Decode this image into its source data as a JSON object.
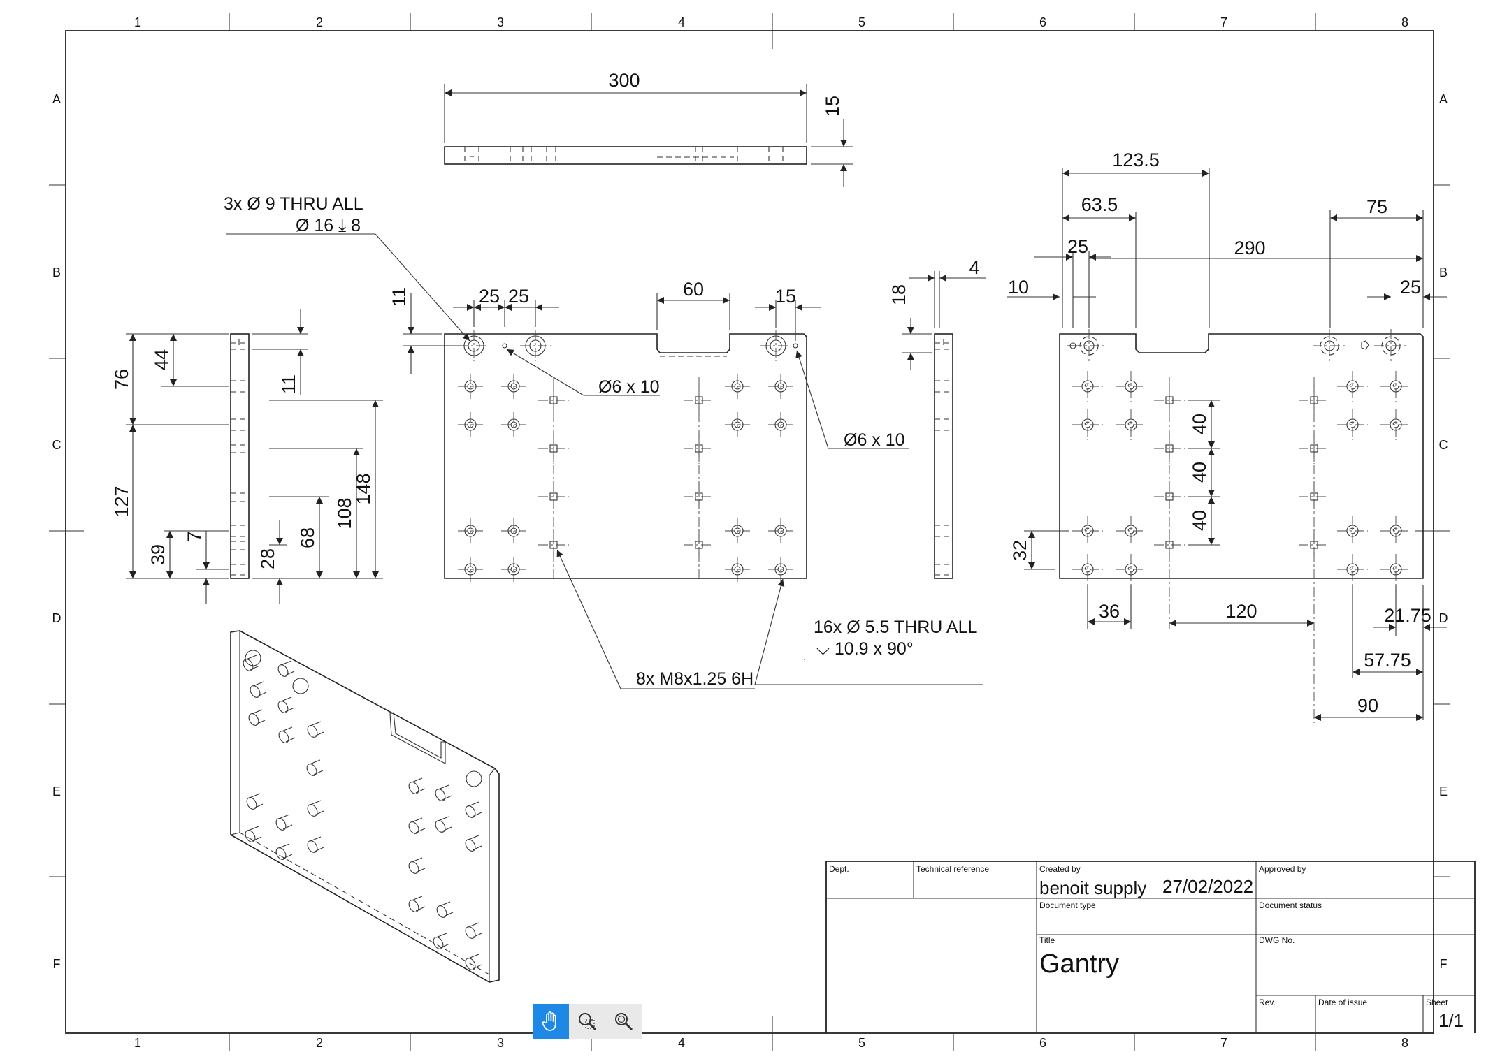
{
  "zones": {
    "columns": [
      "1",
      "2",
      "3",
      "4",
      "5",
      "6",
      "7",
      "8"
    ],
    "rows": [
      "A",
      "B",
      "C",
      "D",
      "E",
      "F"
    ]
  },
  "top_view": {
    "width": "300",
    "thickness": "15"
  },
  "front_view": {
    "dims": [
      "25",
      "25",
      "60",
      "15",
      "11"
    ],
    "callouts": {
      "counterbore_line1": "3x Ø 9 THRU ALL",
      "counterbore_line2": "Ø 16 ⤓ 8",
      "pin_left": "Ø6 x 10",
      "pin_right": "Ø6 x 10",
      "csk_line1": "16x Ø 5.5 THRU ALL",
      "csk_line2": "⌵ 10.9 x 90°",
      "thread": "8x M8x1.25 6H"
    }
  },
  "left_view": {
    "dims": [
      "76",
      "44",
      "11",
      "127",
      "148",
      "108",
      "68",
      "39",
      "7",
      "28"
    ]
  },
  "side_view": {
    "dims": [
      "18",
      "4"
    ]
  },
  "right_view": {
    "dims": [
      "123.5",
      "63.5",
      "25",
      "10",
      "290",
      "75",
      "25",
      "40",
      "40",
      "40",
      "32",
      "36",
      "120",
      "21.75",
      "57.75",
      "90"
    ]
  },
  "title_block": {
    "dept_label": "Dept.",
    "tech_ref_label": "Technical reference",
    "created_by_label": "Created by",
    "created_by": "benoit supply",
    "date": "27/02/2022",
    "approved_by_label": "Approved by",
    "doc_type_label": "Document type",
    "doc_status_label": "Document status",
    "title_label": "Title",
    "title": "Gantry",
    "dwg_no_label": "DWG No.",
    "rev_label": "Rev.",
    "date_of_issue_label": "Date of issue",
    "sheet_label": "Sheet",
    "sheet": "1/1"
  },
  "toolbar": {
    "tools": [
      {
        "icon": "hand-pan-icon",
        "active": true
      },
      {
        "icon": "zoom-region-icon",
        "active": false
      },
      {
        "icon": "zoom-icon",
        "active": false
      }
    ],
    "active_color": "#1e88e5"
  }
}
